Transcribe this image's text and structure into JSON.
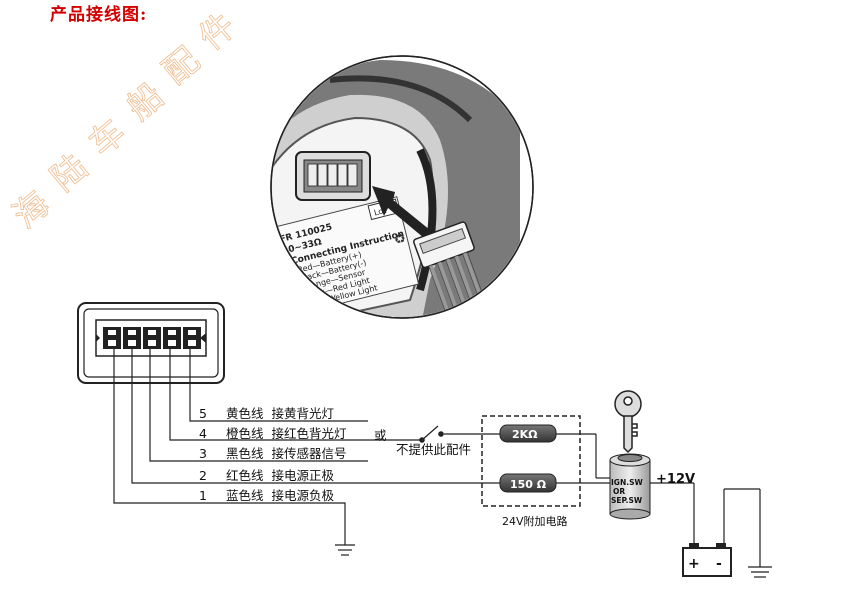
{
  "title": "产品接线图:",
  "watermark": [
    "海",
    "陆",
    "车",
    "船",
    "配",
    "件"
  ],
  "gauge_label": {
    "model": "FR 110025",
    "range": "0~33Ω",
    "heading": "Connecting Instruction",
    "lines": [
      "Red—Battery(+)",
      "Black—Battery(-)",
      "Orange—Sensor",
      "Black—Red Light",
      "Yellow Light"
    ],
    "badge": "Lot"
  },
  "wires": [
    {
      "num": "5",
      "text": "黄色线  接黄背光灯"
    },
    {
      "num": "4",
      "text": "橙色线  接红色背光灯"
    },
    {
      "num": "3",
      "text": "黑色线  接传感器信号"
    },
    {
      "num": "2",
      "text": "红色线  接电源正极"
    },
    {
      "num": "1",
      "text": "蓝色线  接电源负极"
    }
  ],
  "or_label": "或",
  "not_provided_label": "不提供此配件",
  "resistor_top": "2KΩ",
  "resistor_bottom": "150 Ω",
  "circuit_24v_label": "24V附加电路",
  "switch_label": [
    "IGN.SW",
    "OR",
    "SEP.SW"
  ],
  "voltage_label": "+12V",
  "battery_plus": "+",
  "battery_minus": "-"
}
